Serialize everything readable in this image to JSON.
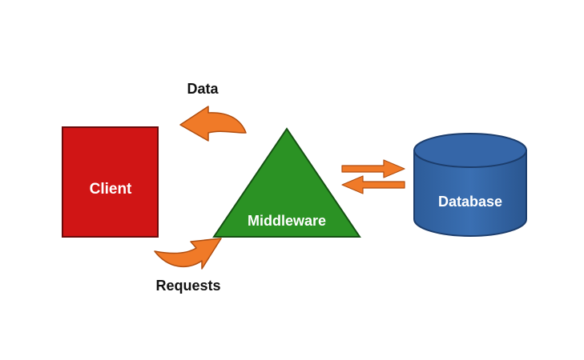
{
  "nodes": {
    "client": {
      "label": "Client",
      "color": "#d01515"
    },
    "middleware": {
      "label": "Middleware",
      "color": "#2b9224"
    },
    "database": {
      "label": "Database",
      "color": "#3566a8"
    }
  },
  "edges": {
    "data": {
      "label": "Data",
      "color": "#f07a28"
    },
    "requests": {
      "label": "Requests",
      "color": "#f07a28"
    },
    "exchange": {
      "color": "#f07a28"
    }
  }
}
